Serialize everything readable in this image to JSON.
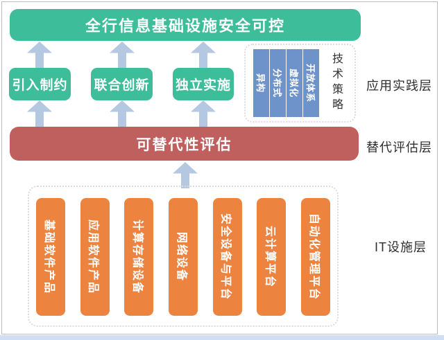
{
  "colors": {
    "green": "#3dbd99",
    "red": "#c0605e",
    "orange": "#ec8440",
    "strip_blue": "#6e93cb",
    "arrow_blue": "#b5c8e2",
    "dot": "#d8dce1",
    "page_bottom": "#cfdef1"
  },
  "top_banner": {
    "label": "全行信息基础设施安全可控"
  },
  "practice_layer": {
    "layer_label": "应用实践层",
    "boxes": [
      "引入制约",
      "联合创新",
      "独立实施"
    ],
    "tech_strategy": {
      "title": "技术策略",
      "strips": [
        "异构",
        "分布式",
        "虚拟化",
        "开放体系"
      ]
    }
  },
  "evaluation_layer": {
    "layer_label": "替代评估层",
    "banner": "可替代性评估"
  },
  "it_layer": {
    "layer_label": "IT设施层",
    "bars": [
      "基础软件产品",
      "应用软件产品",
      "计算存储设备",
      "网络设备",
      "安全设备与平台",
      "云计算平台",
      "自动化管理平台"
    ]
  }
}
